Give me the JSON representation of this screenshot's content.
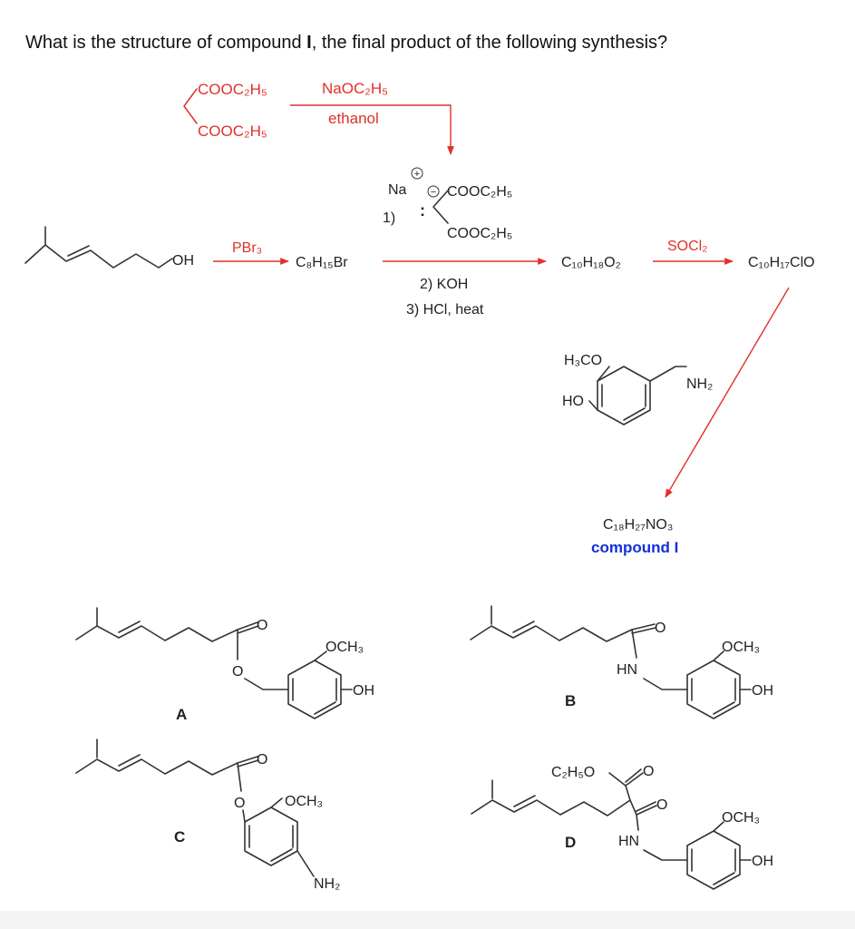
{
  "question": {
    "pre": "What is the structure of compound ",
    "compound": "I",
    "post": ", the final product of the following synthesis?"
  },
  "reaction": {
    "ester_top": "COOC₂H₅",
    "ester_bottom": "COOC₂H₅",
    "base_reagent": "NaOC₂H₅",
    "solvent": "ethanol",
    "enolate_na": "Na",
    "enolate_plus": "+",
    "enolate_minus": "−",
    "enolate_colon": ":",
    "step1": "1)",
    "enolate_top": "COOC₂H₅",
    "enolate_bottom": "COOC₂H₅",
    "alcohol_oh": "OH",
    "pbr3": "PBr₃",
    "bromide": "C₈H₁₅Br",
    "step2": "2) KOH",
    "step3": "3) HCl, heat",
    "acid_formula": "C₁₀H₁₈O₂",
    "socl2": "SOCl₂",
    "acid_chloride": "C₁₀H₁₇ClO",
    "amine_h3co": "H₃CO",
    "amine_ho": "HO",
    "amine_nh2": "NH₂",
    "product_formula": "C₁₈H₂₇NO₃",
    "product_name": "compound I"
  },
  "choices": {
    "A": {
      "letter": "A",
      "o_carbonyl": "O",
      "o_ester": "O",
      "och3": "OCH₃",
      "oh": "OH"
    },
    "B": {
      "letter": "B",
      "o_carbonyl": "O",
      "hn": "HN",
      "och3": "OCH₃",
      "oh": "OH"
    },
    "C": {
      "letter": "C",
      "o_carbonyl": "O",
      "o_ester": "O",
      "och3": "OCH₃",
      "nh2": "NH₂"
    },
    "D": {
      "letter": "D",
      "c2h5o": "C₂H₅O",
      "o_ester": "O",
      "o_amide": "O",
      "hn": "HN",
      "och3": "OCH₃",
      "oh": "OH"
    }
  },
  "colors": {
    "reagent": "#e0302a",
    "compound_label": "#1230d8",
    "structure": "#333333"
  }
}
